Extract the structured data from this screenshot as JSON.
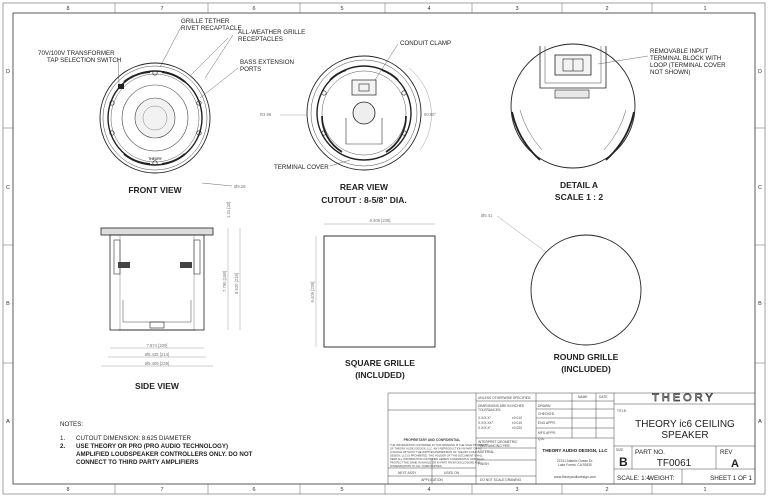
{
  "border": {
    "columns_top": [
      "8",
      "7",
      "6",
      "5",
      "4",
      "3",
      "2",
      "1"
    ],
    "columns_bottom": [
      "8",
      "7",
      "6",
      "5",
      "4",
      "3",
      "2",
      "1"
    ],
    "rows_left": [
      "D",
      "C",
      "B",
      "A"
    ],
    "rows_right": [
      "D",
      "C",
      "B",
      "A"
    ]
  },
  "front_view": {
    "title": "FRONT VIEW",
    "callouts": {
      "grille_tether": [
        "GRILLE TETHER",
        "RIVET RECAPTACLE"
      ],
      "weather": [
        "ALL-WEATHER GRILLE",
        "RECEPTACLES"
      ],
      "transformer": [
        "70V/100V TRANSFORMER",
        "TAP SELECTION SWITCH"
      ],
      "bass": [
        "BASS EXTENSION",
        "PORTS"
      ]
    },
    "diameter_dim": "Ø9.28",
    "logo": "THEORY"
  },
  "rear_view": {
    "title": "REAR VIEW",
    "subtitle": "CUTOUT : 8-5/8\" DIA.",
    "callouts": {
      "conduit": "CONDUIT CLAMP",
      "terminal_cover": "TERMINAL COVER"
    },
    "dim_radius": "R3.98",
    "dim_angle": "90.00°"
  },
  "detail_a": {
    "title": "DETAIL A",
    "subtitle": "SCALE 1 : 2",
    "callout": [
      "REMOVABLE INPUT",
      "TERMINAL BLOCK WITH",
      "LOOP (TERMINAL COVER",
      "NOT SHOWN)"
    ]
  },
  "side_view": {
    "title": "SIDE VIEW",
    "dims": {
      "top_height": "1.31 [33]",
      "body_height": "7.790 [198]",
      "overall_height": "8.620 [219]",
      "d1": "7.874 [200]",
      "d2": "Ø8.425 [214]",
      "d3": "Ø9.409 [239]"
    }
  },
  "square_grille": {
    "title": [
      "SQUARE GRILLE",
      "(INCLUDED)"
    ],
    "width_dim": "9.409 [239]",
    "height_dim": "9.409 [239]"
  },
  "round_grille": {
    "title": [
      "ROUND GRILLE",
      "(INCLUDED)"
    ],
    "diameter_dim": "Ø9.41"
  },
  "notes": {
    "heading": "NOTES:",
    "items": [
      {
        "num": "1.",
        "lines": [
          "CUTOUT DIMENSION: 8.625 DIAMETER"
        ],
        "bold": false
      },
      {
        "num": "2.",
        "lines": [
          "USE THEORY OR PRO (PRO AUDIO TECHNOLOGY)",
          "AMPLIFIED LOUDSPEAKER CONTROLLERS ONLY. DO NOT",
          "CONNECT TO THIRD PARTY AMPLIFIERS"
        ],
        "bold": true
      }
    ]
  },
  "title_block": {
    "logo": "THEORY",
    "proprietary_heading": "PROPRIETARY AND CONFIDENTIAL",
    "proprietary_text": [
      "THE INFORMATION CONTAINED IN THIS DRAWING IS THE SOLE PROPERTY",
      "OF THEORY AUDIO DESIGN, LLC.  ANY REPRODUCTION IN PART OR AS",
      "A WHOLE WITHOUT THE WRITTEN PERMISSION OF THEORY AUDIO",
      "DESIGN, LLC IS PROHIBITED. THE HOLDER OF THIS DOCUMENT SHALL",
      "KEEP ALL INFORMATION CONTAINED HEREIN CONFIDENTIAL AND SHALL",
      "PROTECT THE SAME IN WHOLE OR IN PART FROM  DISCLOSURE AND",
      "DISSEMINATION TO ALL THIRD PARTIES."
    ],
    "next_assy": "NEXT ASSY",
    "used_on": "USED ON",
    "application": "APPLICATION",
    "no_scale": "DO NOT SCALE DRAWING",
    "unless": "UNLESS OTHERWISE SPECIFIED:",
    "dims_in": [
      "DIMENSIONS ARE IN INCHES",
      "TOLERANCES:"
    ],
    "tolerances": [
      [
        "X.X/X.X°",
        "±0.010"
      ],
      [
        "X.X/X.XX°",
        "±0.010"
      ],
      [
        "X.X/X.X°",
        "±0.020"
      ]
    ],
    "interpret": [
      "INTERPRET GEOMETRIC",
      "TOLERANCING PER:"
    ],
    "material": "MATERIAL",
    "finish": "FINISH",
    "name": "NAME",
    "date": "DATE",
    "rows": [
      "DRAWN",
      "CHECKED",
      "ENG APPR.",
      "MFG APPR.",
      "Q.A."
    ],
    "company": "THEORY AUDIO DESIGN, LLC",
    "address": [
      "23741 Atlantic Ocean Dr.",
      "Lake Forest, CA 92630"
    ],
    "website": "www.theoryaudiodesign.com",
    "title_label": "TITLE:",
    "title": [
      "THEORY ic6 CEILING",
      "SPEAKER"
    ],
    "size_label": "SIZE",
    "size": "B",
    "partno_label": "PART NO.",
    "partno": "TF0061",
    "rev_label": "REV",
    "rev": "A",
    "scale": "SCALE: 1:4",
    "weight": "WEIGHT:",
    "sheet": "SHEET 1 OF 1"
  }
}
